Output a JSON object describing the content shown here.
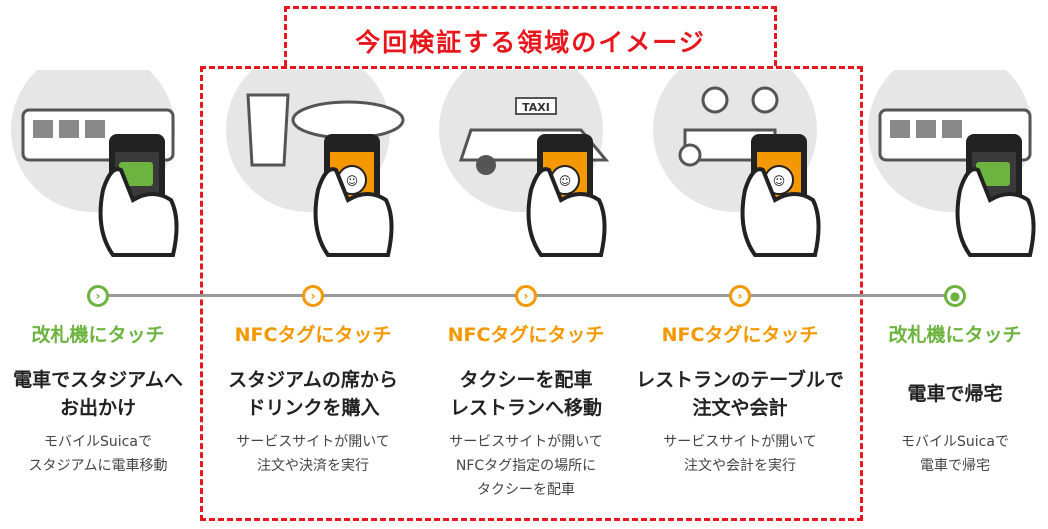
{
  "title": "今回検証する領域のイメージ",
  "colors": {
    "green": "#6db33f",
    "orange": "#f39800",
    "red": "#e8161d"
  },
  "steps": [
    {
      "label": "改札機にタッチ",
      "heading": [
        "電車でスタジアムへ",
        "お出かけ"
      ],
      "desc": [
        "モバイルSuicaで",
        "スタジアムに電車移動"
      ],
      "type": "green",
      "node": "chevron"
    },
    {
      "label": "NFCタグにタッチ",
      "heading": [
        "スタジアムの席から",
        "ドリンクを購入"
      ],
      "desc": [
        "サービスサイトが開いて",
        "注文や決済を実行"
      ],
      "type": "orange",
      "node": "chevron"
    },
    {
      "label": "NFCタグにタッチ",
      "heading": [
        "タクシーを配車",
        "レストランへ移動"
      ],
      "desc": [
        "サービスサイトが開いて",
        "NFCタグ指定の場所に",
        "タクシーを配車"
      ],
      "type": "orange",
      "node": "chevron",
      "taxi_sign": "TAXI"
    },
    {
      "label": "NFCタグにタッチ",
      "heading": [
        "レストランのテーブルで",
        "注文や会計"
      ],
      "desc": [
        "サービスサイトが開いて",
        "注文や会計を実行"
      ],
      "type": "orange",
      "node": "chevron"
    },
    {
      "label": "改札機にタッチ",
      "heading": [
        "電車で帰宅"
      ],
      "desc": [
        "モバイルSuicaで",
        "電車で帰宅"
      ],
      "type": "green",
      "node": "dot"
    }
  ]
}
